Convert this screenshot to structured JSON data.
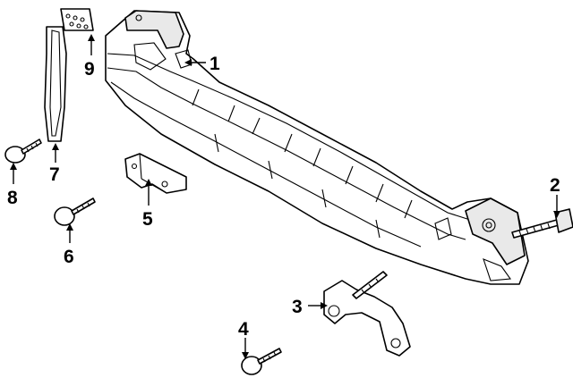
{
  "callouts": [
    {
      "id": "1",
      "text": "1"
    },
    {
      "id": "2",
      "text": "2"
    },
    {
      "id": "3",
      "text": "3"
    },
    {
      "id": "4",
      "text": "4"
    },
    {
      "id": "5",
      "text": "5"
    },
    {
      "id": "6",
      "text": "6"
    },
    {
      "id": "7",
      "text": "7"
    },
    {
      "id": "8",
      "text": "8"
    },
    {
      "id": "9",
      "text": "9"
    }
  ]
}
